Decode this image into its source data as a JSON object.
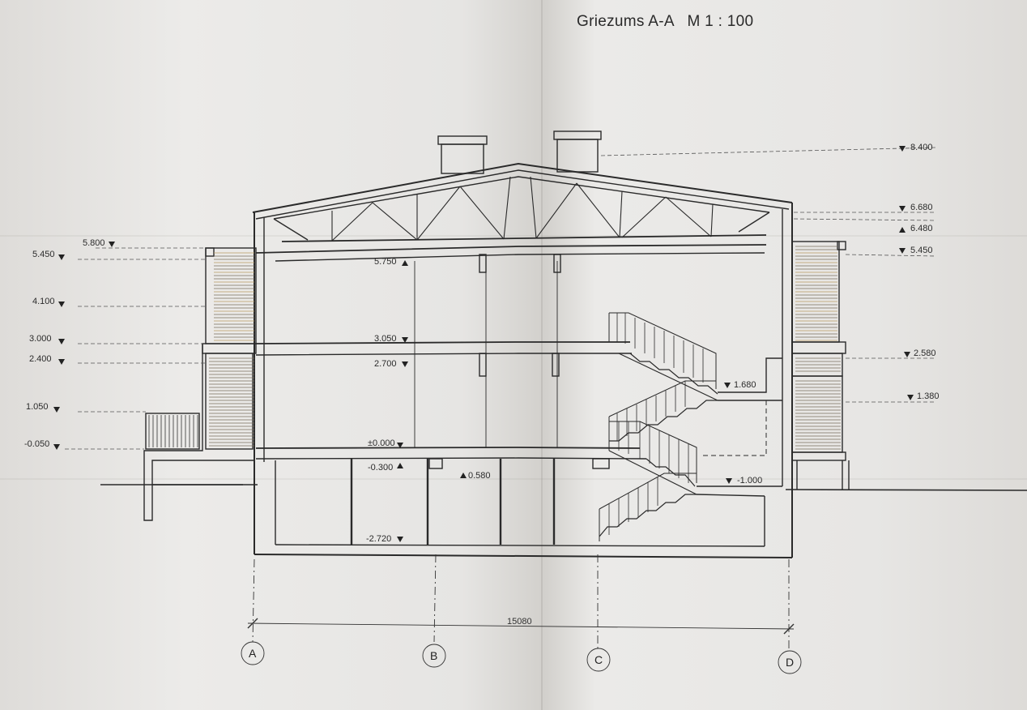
{
  "title": "Griezums A-A   M 1 : 100",
  "levels_left": [
    "5.800",
    "5.450",
    "4.100",
    "3.000",
    "2.400",
    "1.050",
    "-0.050"
  ],
  "levels_right": [
    "8.400",
    "6.680",
    "6.480",
    "5.450",
    "2.580",
    "1.380"
  ],
  "levels_inner": [
    "5.750",
    "3.050",
    "2.700",
    "±0.000",
    "-0.300",
    "0.580",
    "-2.720",
    "1.680",
    "-1.000"
  ],
  "dimension": "15080",
  "axes": [
    "A",
    "B",
    "C",
    "D"
  ]
}
